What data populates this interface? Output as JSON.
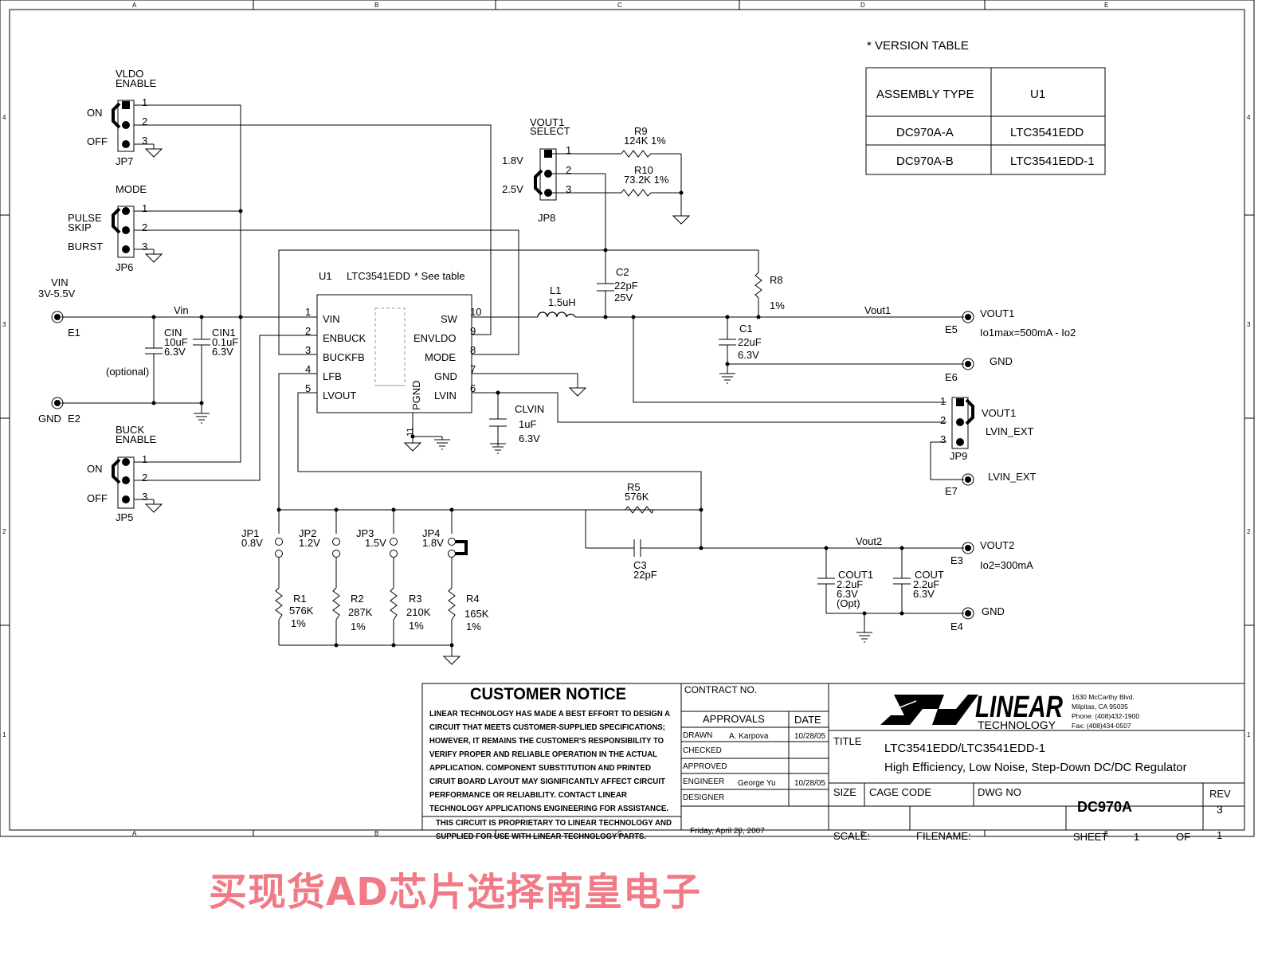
{
  "frame": {
    "cols": [
      "A",
      "B",
      "C",
      "D",
      "E"
    ],
    "rows": [
      "4",
      "3",
      "2",
      "1"
    ]
  },
  "version_table": {
    "title": "* VERSION TABLE",
    "headers": [
      "ASSEMBLY TYPE",
      "U1"
    ],
    "rows": [
      [
        "DC970A-A",
        "LTC3541EDD"
      ],
      [
        "DC970A-B",
        "LTC3541EDD-1"
      ]
    ]
  },
  "jp7": {
    "title1": "VLDO",
    "title2": "ENABLE",
    "on": "ON",
    "off": "OFF",
    "ref": "JP7",
    "p1": "1",
    "p2": "2",
    "p3": "3"
  },
  "jp6": {
    "title": "MODE",
    "opt1a": "PULSE",
    "opt1b": "SKIP",
    "opt2": "BURST",
    "ref": "JP6",
    "p1": "1",
    "p2": "2",
    "p3": "3"
  },
  "jp5": {
    "title1": "BUCK",
    "title2": "ENABLE",
    "on": "ON",
    "off": "OFF",
    "ref": "JP5",
    "p1": "1",
    "p2": "2",
    "p3": "3"
  },
  "jp8": {
    "title1": "VOUT1",
    "title2": "SELECT",
    "v1": "1.8V",
    "v2": "2.5V",
    "ref": "JP8",
    "p1": "1",
    "p2": "2",
    "p3": "3"
  },
  "jp9": {
    "ref": "JP9",
    "l1": "VOUT1",
    "l2": "LVIN_EXT",
    "p1": "1",
    "p2": "2",
    "p3": "3"
  },
  "vin": {
    "label1": "VIN",
    "label2": "3V-5.5V",
    "ref": "E1",
    "net": "Vin"
  },
  "gnd_e2": {
    "label": "GND",
    "ref": "E2"
  },
  "cin": {
    "ref": "CIN",
    "v1": "10uF",
    "v2": "6.3V",
    "note": "(optional)"
  },
  "cin1": {
    "ref": "CIN1",
    "v1": "0.1uF",
    "v2": "6.3V"
  },
  "u1": {
    "ref": "U1",
    "part": "LTC3541EDD",
    "note": "* See table",
    "left_pins": [
      {
        "num": "1",
        "name": "VIN"
      },
      {
        "num": "2",
        "name": "ENBUCK"
      },
      {
        "num": "3",
        "name": "BUCKFB"
      },
      {
        "num": "4",
        "name": "LFB"
      },
      {
        "num": "5",
        "name": "LVOUT"
      }
    ],
    "right_pins": [
      {
        "num": "10",
        "name": "SW"
      },
      {
        "num": "9",
        "name": "ENVLDO"
      },
      {
        "num": "8",
        "name": "MODE"
      },
      {
        "num": "7",
        "name": "GND"
      },
      {
        "num": "6",
        "name": "LVIN"
      }
    ],
    "pgnd": "PGND",
    "pgnd_num": "11"
  },
  "r9": {
    "ref": "R9",
    "value": "124K  1%"
  },
  "r10": {
    "ref": "R10",
    "value": "73.2K 1%"
  },
  "c2": {
    "ref": "C2",
    "v1": "22pF",
    "v2": "25V"
  },
  "l1": {
    "ref": "L1",
    "value": "1.5uH"
  },
  "r8": {
    "ref": "R8",
    "tol": "1%"
  },
  "c1": {
    "ref": "C1",
    "v1": "22uF",
    "v2": "6.3V"
  },
  "vout1": {
    "net": "Vout1",
    "label": "VOUT1",
    "ref": "E5",
    "note": "Io1max=500mA - Io2"
  },
  "gnd_e6": {
    "label": "GND",
    "ref": "E6"
  },
  "clvin": {
    "ref": "CLVIN",
    "v1": "1uF",
    "v2": "6.3V"
  },
  "e7": {
    "label": "LVIN_EXT",
    "ref": "E7"
  },
  "r5": {
    "ref": "R5",
    "value": "576K"
  },
  "c3": {
    "ref": "C3",
    "value": "22pF"
  },
  "vout2": {
    "net": "Vout2",
    "label": "VOUT2",
    "ref": "E3",
    "note": "Io2=300mA"
  },
  "cout1": {
    "ref": "COUT1",
    "v1": "2.2uF",
    "v2": "6.3V",
    "v3": "(Opt)"
  },
  "cout": {
    "ref": "COUT",
    "v1": "2.2uF",
    "v2": "6.3V"
  },
  "gnd_e4": {
    "label": "GND",
    "ref": "E4"
  },
  "jumpers": [
    {
      "ref": "JP1",
      "v": "0.8V"
    },
    {
      "ref": "JP2",
      "v": "1.2V"
    },
    {
      "ref": "JP3",
      "v": "1.5V"
    },
    {
      "ref": "JP4",
      "v": "1.8V"
    }
  ],
  "resistors": [
    {
      "ref": "R1",
      "value": "576K",
      "tol": "1%"
    },
    {
      "ref": "R2",
      "value": "287K",
      "tol": "1%"
    },
    {
      "ref": "R3",
      "value": "210K",
      "tol": "1%"
    },
    {
      "ref": "R4",
      "value": "165K",
      "tol": "1%"
    }
  ],
  "title_block": {
    "notice_title": "CUSTOMER NOTICE",
    "notice_lines": [
      "LINEAR TECHNOLOGY HAS MADE A BEST EFFORT TO DESIGN A",
      "CIRCUIT THAT MEETS CUSTOMER-SUPPLIED SPECIFICATIONS;",
      "HOWEVER, IT REMAINS THE CUSTOMER'S RESPONSIBILITY TO",
      "VERIFY PROPER AND RELIABLE OPERATION IN THE ACTUAL",
      "APPLICATION.  COMPONENT SUBSTITUTION AND PRINTED",
      "CIRUIT BOARD LAYOUT MAY SIGNIFICANTLY AFFECT CIRCUIT",
      "PERFORMANCE OR RELIABILITY.  CONTACT LINEAR",
      "TECHNOLOGY APPLICATIONS ENGINEERING FOR ASSISTANCE."
    ],
    "proprietary_lines": [
      "THIS CIRCUIT IS PROPRIETARY TO LINEAR TECHNOLOGY AND",
      "SUPPLIED FOR USE WITH LINEAR TECHNOLOGY PARTS."
    ],
    "contract_no": "CONTRACT NO.",
    "approvals": "APPROVALS",
    "date_header": "DATE",
    "drawn": "DRAWN",
    "drawn_by": "A. Karpova",
    "drawn_date": "10/28/05",
    "checked": "CHECKED",
    "approved": "APPROVED",
    "engineer": "ENGINEER",
    "engineer_name": "George  Yu",
    "engineer_date": "10/28/05",
    "designer": "DESIGNER",
    "print_date": "Friday, April 20, 2007",
    "logo_word": "LINEAR",
    "logo_sub": "TECHNOLOGY",
    "address": [
      "1630 McCarthy Blvd.",
      "Milpitas, CA 95035",
      "Phone: (408)432-1900",
      "Fax: (408)434-0507"
    ],
    "title_label": "TITLE",
    "title1": "LTC3541EDD/LTC3541EDD-1",
    "title2": "High Efficiency, Low Noise, Step-Down DC/DC Regulator",
    "size": "SIZE",
    "cage_code": "CAGE CODE",
    "dwg_no": "DWG NO",
    "dwg": "DC970A",
    "rev_label": "REV",
    "rev": "3",
    "scale": "SCALE:",
    "filename": "FILENAME:",
    "sheet": "SHEET",
    "sheet_num": "1",
    "of": "OF",
    "of_num": "1"
  },
  "watermark": "买现货AD芯片选择南皇电子"
}
